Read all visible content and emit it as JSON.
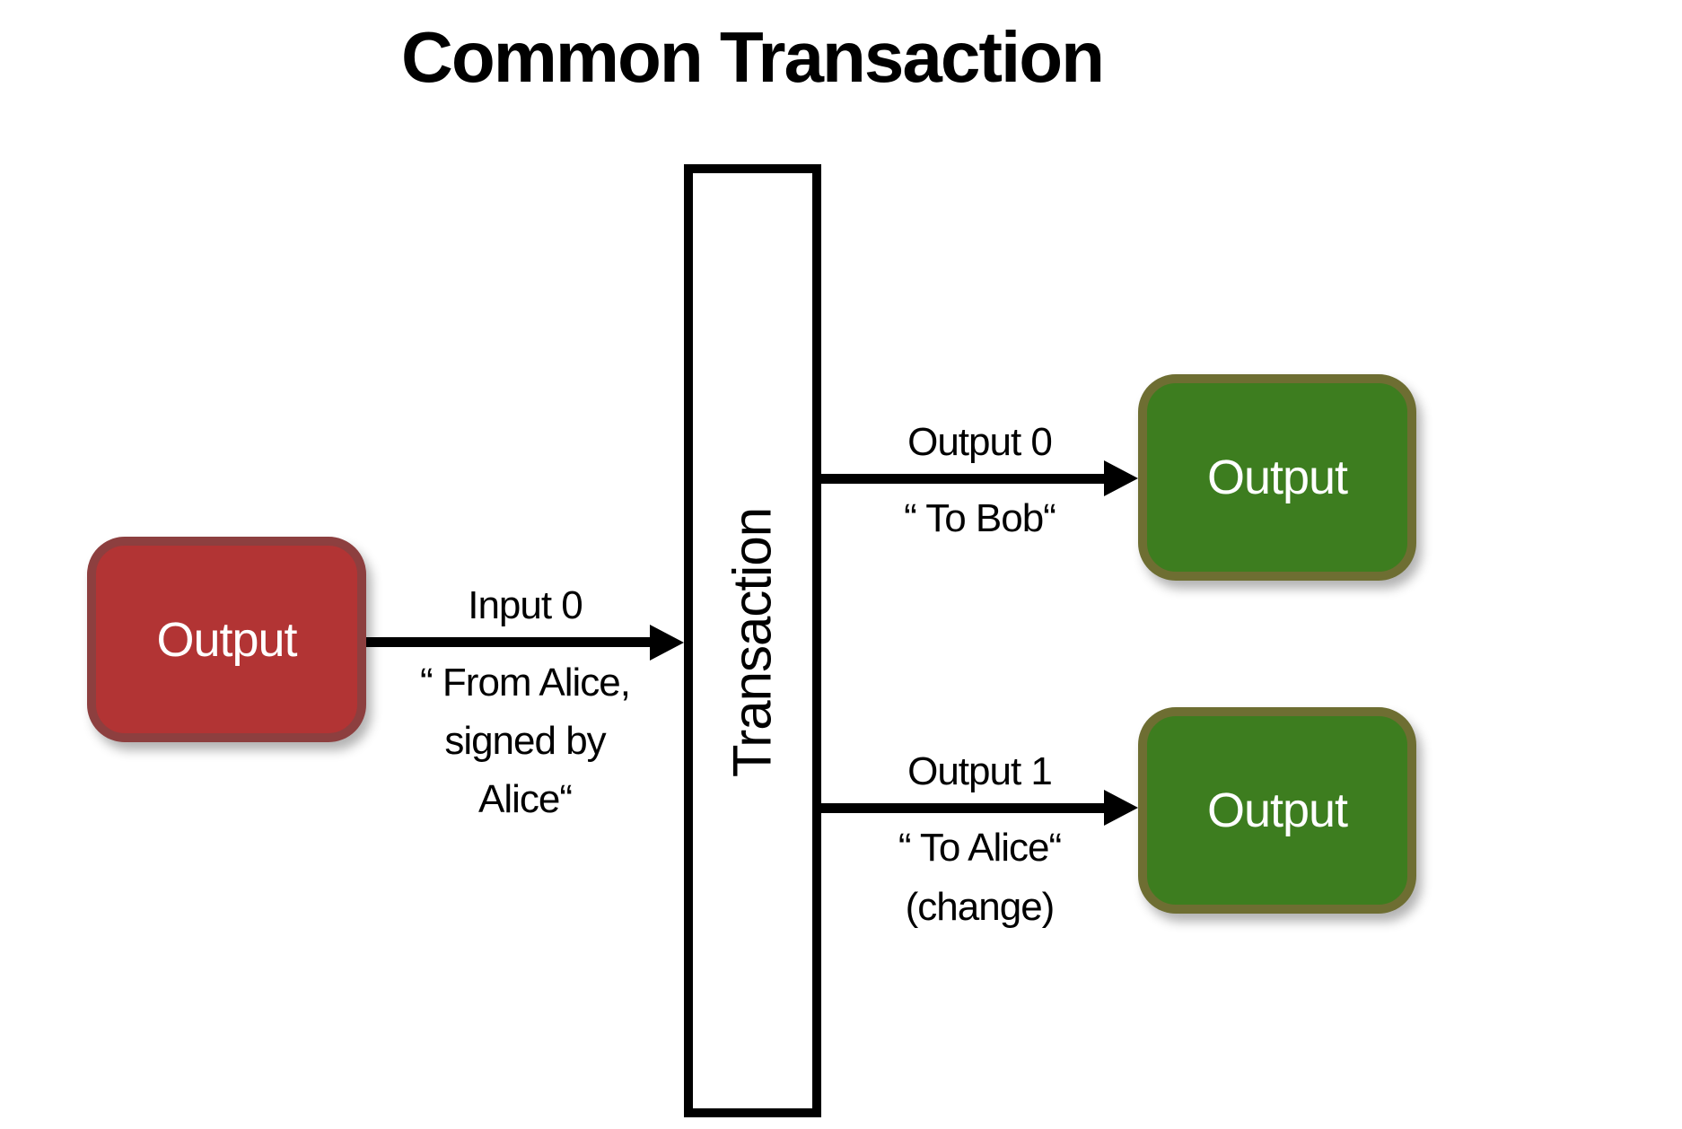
{
  "title": "Common Transaction",
  "colors": {
    "input_box_fill": "#b23434",
    "input_box_border": "#8d3f3f",
    "output_box_fill": "#3d7d1f",
    "output_box_border": "#6e6e32",
    "line_color": "#000000",
    "box_text_color": "#ffffff"
  },
  "transaction": {
    "label": "Transaction"
  },
  "input": {
    "box_label": "Output",
    "arrow_title": "Input 0",
    "arrow_note_lines": [
      "“ From Alice,",
      "signed by",
      "Alice“"
    ]
  },
  "outputs": [
    {
      "box_label": "Output",
      "arrow_title": "Output 0",
      "arrow_note_lines": [
        "“ To Bob“"
      ]
    },
    {
      "box_label": "Output",
      "arrow_title": "Output 1",
      "arrow_note_lines": [
        "“ To Alice“",
        "(change)"
      ]
    }
  ]
}
